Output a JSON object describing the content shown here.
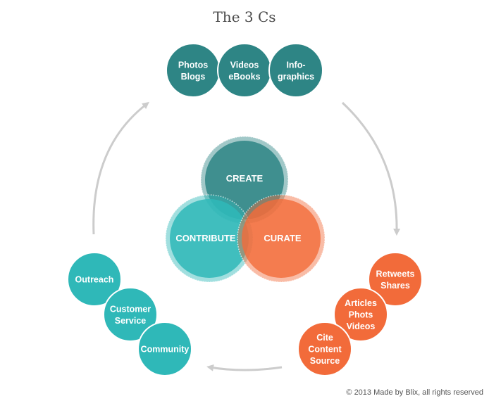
{
  "title": "The 3 Cs",
  "copyright": "© 2013 Made by Blix, all rights reserved",
  "colors": {
    "create": "#2e8585",
    "contribute": "#2fb8b8",
    "curate": "#f26b3a",
    "arrow": "#cccccc"
  },
  "venn": {
    "create": "CREATE",
    "contribute": "CONTRIBUTE",
    "curate": "CURATE"
  },
  "create_group": [
    {
      "lines": [
        "Photos",
        "Blogs"
      ]
    },
    {
      "lines": [
        "Videos",
        "eBooks"
      ]
    },
    {
      "lines": [
        "Info-",
        "graphics"
      ]
    }
  ],
  "curate_group": [
    {
      "lines": [
        "Retweets",
        "Shares"
      ]
    },
    {
      "lines": [
        "Articles",
        "Phots",
        "Videos"
      ]
    },
    {
      "lines": [
        "Cite",
        "Content",
        "Source"
      ]
    }
  ],
  "contribute_group": [
    {
      "lines": [
        "Outreach"
      ]
    },
    {
      "lines": [
        "Customer",
        "Service"
      ]
    },
    {
      "lines": [
        "Community"
      ]
    }
  ]
}
